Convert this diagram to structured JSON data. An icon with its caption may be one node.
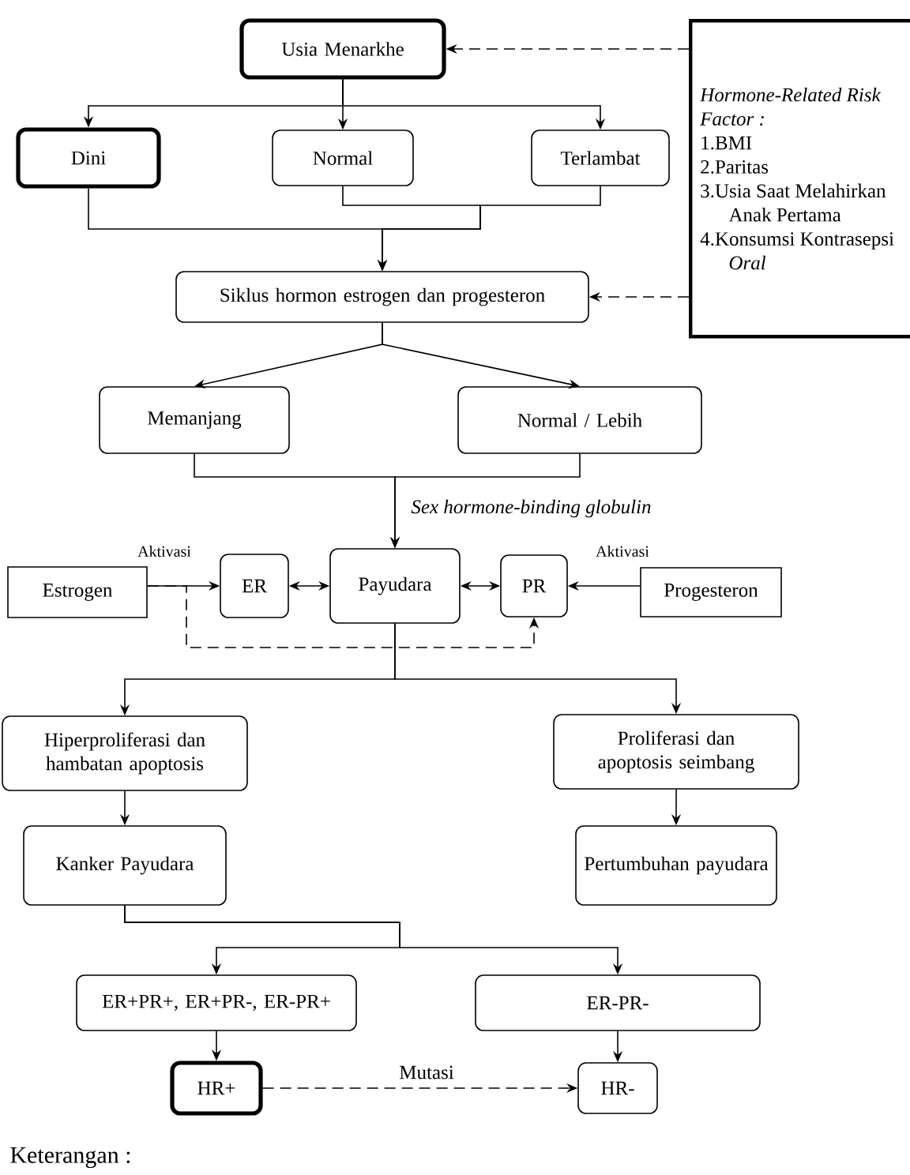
{
  "diagram": {
    "nodes": [
      {
        "text": [
          "Usia Menarkhe"
        ]
      },
      {
        "text": [
          "Hormone-Related Risk Factor :",
          "1.BMI",
          "2.Paritas",
          "3.Usia Saat Melahirkan Anak Pertama",
          "4.Konsumsi Kontrasepsi *Oral*"
        ]
      },
      {
        "text": [
          "Dini"
        ]
      },
      {
        "text": [
          "Normal"
        ]
      },
      {
        "text": [
          "Terlambat"
        ]
      },
      {
        "text": [
          "Siklus hormon estrogen dan progesteron"
        ]
      },
      {
        "text": [
          "Memanjang"
        ]
      },
      {
        "text": [
          "Normal / Lebih"
        ]
      },
      {
        "text": [
          "Estrogen"
        ]
      },
      {
        "text": [
          "ER"
        ]
      },
      {
        "text": [
          "Payudara"
        ]
      },
      {
        "text": [
          "PR"
        ]
      },
      {
        "text": [
          "Progesteron"
        ]
      },
      {
        "text": [
          "Hiperproliferasi dan hambatan apoptosis"
        ]
      },
      {
        "text": [
          "Proliferasi dan apoptosis seimbang"
        ]
      },
      {
        "text": [
          "Kanker Payudara"
        ]
      },
      {
        "text": [
          "Pertumbuhan payudara"
        ]
      },
      {
        "text": [
          "ER+PR+, ER+PR-, ER-PR+"
        ]
      },
      {
        "text": [
          "ER-PR-"
        ]
      },
      {
        "text": [
          "HR+"
        ]
      },
      {
        "text": [
          "HR-"
        ]
      }
    ],
    "edges": [
      {
        "from": 0,
        "to": 2,
        "arrow": "to"
      },
      {
        "from": 0,
        "to": 3,
        "arrow": "to"
      },
      {
        "from": 0,
        "to": 4,
        "arrow": "to"
      },
      {
        "from": 1,
        "to": 0,
        "arrow": "to",
        "style": "dashed"
      },
      {
        "from": 2,
        "to": 5,
        "arrow": "to"
      },
      {
        "from": 3,
        "to": 5,
        "arrow": "to"
      },
      {
        "from": 4,
        "to": 5,
        "arrow": "to"
      },
      {
        "from": 1,
        "to": 5,
        "arrow": "to",
        "style": "dashed"
      },
      {
        "from": 5,
        "to": 6,
        "arrow": "to"
      },
      {
        "from": 5,
        "to": 7,
        "arrow": "to"
      },
      {
        "from": 6,
        "to": 10,
        "arrow": "to",
        "label": "Sex hormone-binding globulin"
      },
      {
        "from": 7,
        "to": 10,
        "arrow": "to"
      },
      {
        "from": 8,
        "to": 9,
        "arrow": "to",
        "label": "Aktivasi"
      },
      {
        "from": 8,
        "to": 11,
        "arrow": "to",
        "style": "dashed"
      },
      {
        "from": 9,
        "to": 10,
        "arrow": "both"
      },
      {
        "from": 12,
        "to": 11,
        "arrow": "to",
        "label": "Aktivasi"
      },
      {
        "from": 10,
        "to": 11,
        "arrow": "both"
      },
      {
        "from": 10,
        "to": 13,
        "arrow": "to"
      },
      {
        "from": 10,
        "to": 14,
        "arrow": "to"
      },
      {
        "from": 13,
        "to": 15,
        "arrow": "to"
      },
      {
        "from": 14,
        "to": 16,
        "arrow": "to"
      },
      {
        "from": 15,
        "to": 17,
        "arrow": "to"
      },
      {
        "from": 15,
        "to": 18,
        "arrow": "to"
      },
      {
        "from": 17,
        "to": 19,
        "arrow": "to"
      },
      {
        "from": 18,
        "to": 20,
        "arrow": "to"
      },
      {
        "from": 19,
        "to": 20,
        "arrow": "to",
        "style": "dashed",
        "label": "Mutasi"
      }
    ],
    "labels": [
      "Keterangan :"
    ]
  }
}
